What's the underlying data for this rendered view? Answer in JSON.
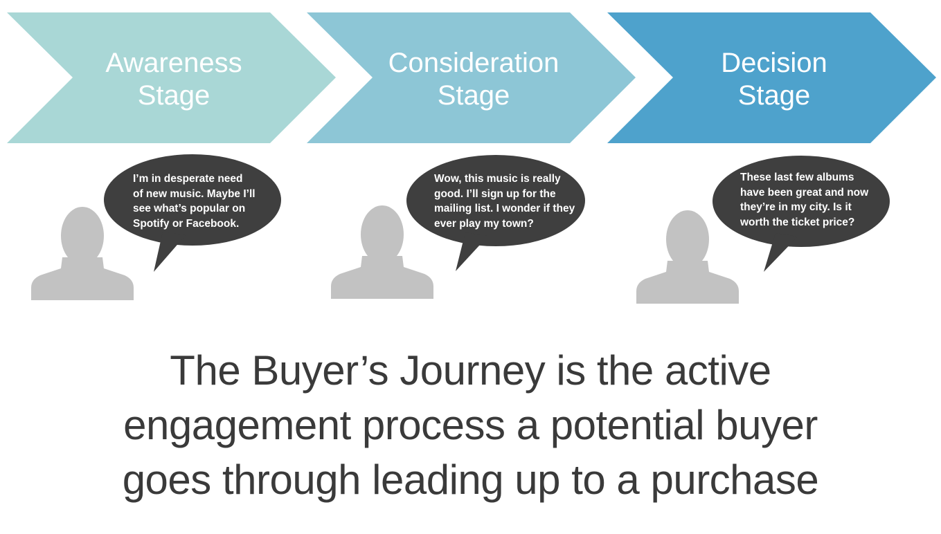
{
  "stages": [
    {
      "line1": "Awareness",
      "line2": "Stage",
      "color": "#a9d7d6"
    },
    {
      "line1": "Consideration",
      "line2": "Stage",
      "color": "#8dc6d6"
    },
    {
      "line1": "Decision",
      "line2": "Stage",
      "color": "#4ea2cc"
    }
  ],
  "bubbles": [
    {
      "lines": [
        "I’m in desperate need",
        "of new music. Maybe I’ll",
        "see what’s popular on",
        "Spotify or Facebook."
      ]
    },
    {
      "lines": [
        "Wow, this music is really",
        "good.  I’ll sign up for the",
        "mailing list. I wonder if they",
        "ever play my town?"
      ]
    },
    {
      "lines": [
        "These last few albums",
        "have been great and now",
        "they’re in my city. Is it",
        "worth the ticket price?"
      ]
    }
  ],
  "colors": {
    "bubble": "#3f3f3f",
    "person": "#c2c2c2",
    "headline": "#3a3a3a"
  },
  "icons": [
    "user-silhouette-icon",
    "speech-bubble"
  ],
  "headline": {
    "line1": "The Buyer’s Journey is the active",
    "line2": "engagement process a potential buyer",
    "line3": "goes through leading up to a purchase"
  }
}
